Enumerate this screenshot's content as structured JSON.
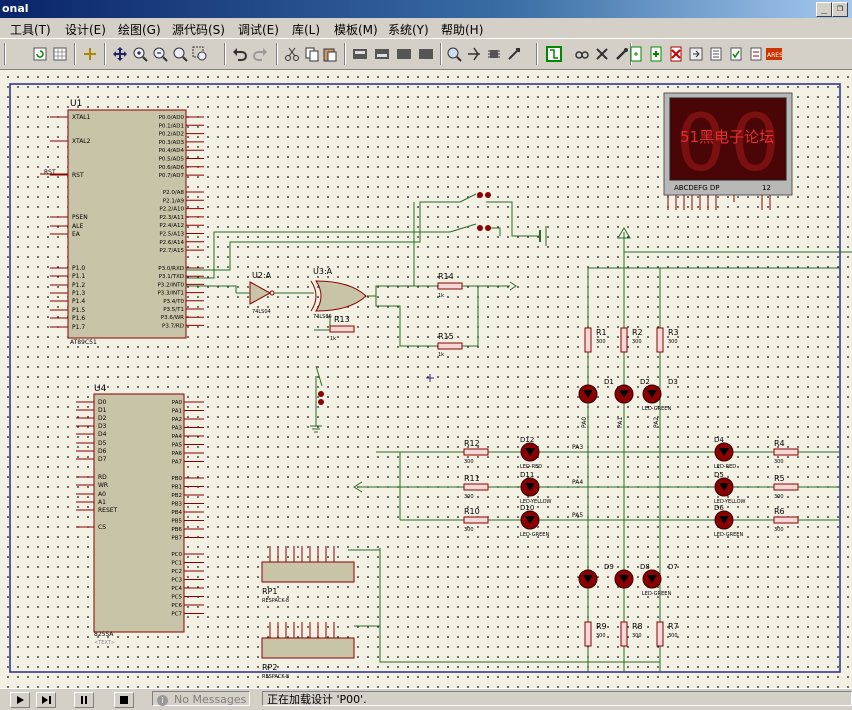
{
  "window": {
    "title": "onal"
  },
  "menu": [
    "工具(T)",
    "设计(E)",
    "绘图(G)",
    "源代码(S)",
    "调试(E)",
    "库(L)",
    "模板(M)",
    "系统(Y)",
    "帮助(H)"
  ],
  "display": {
    "digits": "00",
    "watermark": "51黑电子论坛",
    "seg_label": "ABCDEFG  DP",
    "digit_label": "12"
  },
  "status": {
    "messages": "No Messages",
    "text": "正在加载设计 'P00'."
  },
  "schematic": {
    "u1": {
      "ref": "U1",
      "part": "AT89C51",
      "left_pins": [
        "XTAL1",
        "XTAL2",
        "RST",
        "PSEN",
        "ALE",
        "EA",
        "P1.0",
        "P1.1",
        "P1.2",
        "P1.3",
        "P1.4",
        "P1.5",
        "P1.6",
        "P1.7"
      ],
      "right_pins": [
        "P0.0/AD0",
        "P0.1/AD1",
        "P0.2/AD2",
        "P0.3/AD3",
        "P0.4/AD4",
        "P0.5/AD5",
        "P0.6/AD6",
        "P0.7/AD7",
        "P2.0/A8",
        "P2.1/A9",
        "P2.2/A10",
        "P2.3/A11",
        "P2.4/A12",
        "P2.5/A13",
        "P2.6/A14",
        "P2.7/A15",
        "P3.0/RXD",
        "P3.1/TXD",
        "P3.2/INT0",
        "P3.3/INT1",
        "P3.4/T0",
        "P3.5/T1",
        "P3.6/WR",
        "P3.7/RD"
      ]
    },
    "u4": {
      "ref": "U4",
      "part": "8255A",
      "left_pins": [
        "D0",
        "D1",
        "D2",
        "D3",
        "D4",
        "D5",
        "D6",
        "D7",
        "RD",
        "WR",
        "A0",
        "A1",
        "RESET",
        "CS"
      ],
      "right_pins": [
        "PA0",
        "PA1",
        "PA2",
        "PA3",
        "PA4",
        "PA5",
        "PA6",
        "PA7",
        "PB0",
        "PB1",
        "PB2",
        "PB3",
        "PB4",
        "PB5",
        "PB6",
        "PB7",
        "PC0",
        "PC1",
        "PC2",
        "PC3",
        "PC4",
        "PC5",
        "PC6",
        "PC7"
      ]
    },
    "gates": [
      {
        "ref": "U2:A",
        "part": "74LS04"
      },
      {
        "ref": "U3:A",
        "part": "74LS86"
      }
    ],
    "resistors_top": [
      {
        "ref": "R14",
        "value": "1k"
      },
      {
        "ref": "R13",
        "value": "1k"
      },
      {
        "ref": "R15",
        "value": "1k"
      }
    ],
    "resistors_mid": [
      {
        "ref": "R1",
        "value": "300"
      },
      {
        "ref": "R2",
        "value": "300"
      },
      {
        "ref": "R3",
        "value": "300"
      }
    ],
    "resistors_bot": [
      {
        "ref": "R9",
        "value": "300"
      },
      {
        "ref": "R8",
        "value": "300"
      },
      {
        "ref": "R7",
        "value": "300"
      }
    ],
    "resistors_left": [
      {
        "ref": "R12",
        "value": "300"
      },
      {
        "ref": "R11",
        "value": "300"
      },
      {
        "ref": "R10",
        "value": "300"
      }
    ],
    "resistors_right": [
      {
        "ref": "R4",
        "value": "300"
      },
      {
        "ref": "R5",
        "value": "300"
      },
      {
        "ref": "R6",
        "value": "300"
      }
    ],
    "leds_left": [
      {
        "ref": "D12",
        "part": "LED-RED"
      },
      {
        "ref": "D11",
        "part": "LED-YELLOW"
      },
      {
        "ref": "D10",
        "part": "LED-GREEN"
      }
    ],
    "leds_right": [
      {
        "ref": "D4",
        "part": "LED-RED"
      },
      {
        "ref": "D5",
        "part": "LED-YELLOW"
      },
      {
        "ref": "D6",
        "part": "LED-GREEN"
      }
    ],
    "leds_top": [
      "D1",
      "D2",
      "D3"
    ],
    "leds_top_part": "LED-GREEN",
    "leds_bot": [
      "D9",
      "D8",
      "D7"
    ],
    "rpacks": [
      {
        "ref": "RP1",
        "part": "RESPACK-8"
      },
      {
        "ref": "RP2",
        "part": "RESPACK-8"
      }
    ],
    "text_placeholder": "<TEXT>",
    "net_labels": [
      "PA3",
      "PA4",
      "PA5"
    ],
    "vert_labels": [
      "PA0",
      "PA1",
      "PA2"
    ],
    "rst_label": "RST"
  },
  "colors": {
    "wire": "#2a6a2a",
    "component": "#8b0000",
    "body": "#c8c4a8",
    "canvas": "#f3f1e4",
    "led": "#8b0000"
  }
}
